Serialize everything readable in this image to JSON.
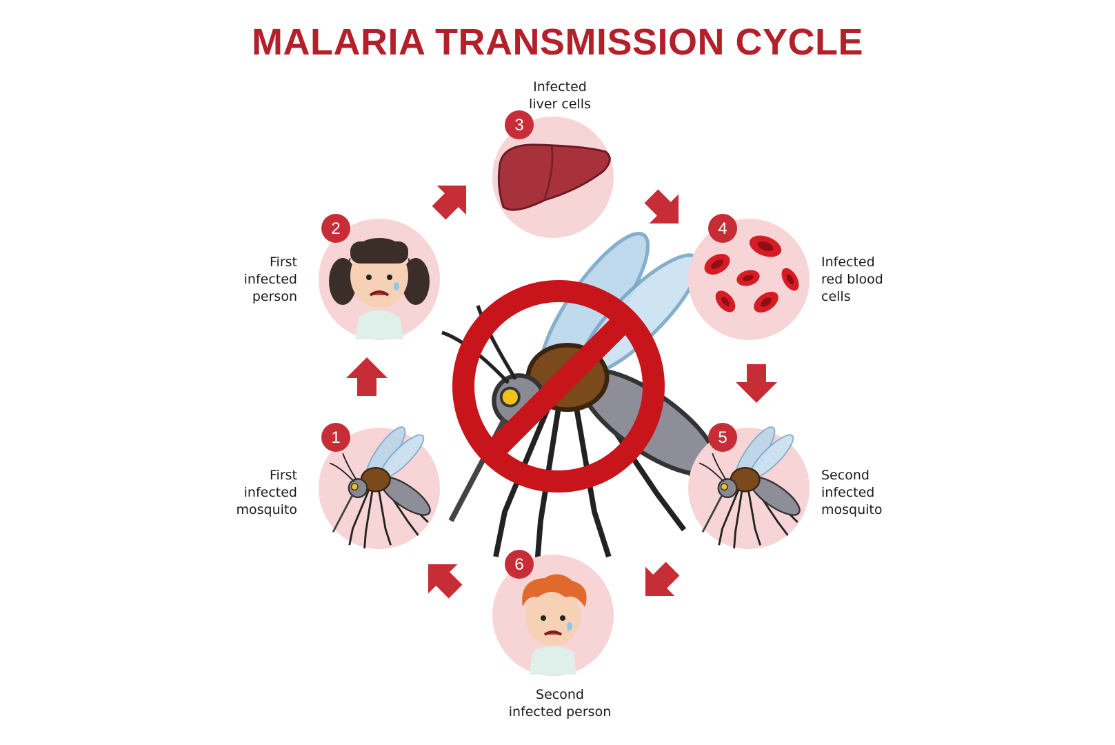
{
  "title": "MALARIA TRANSMISSION CYCLE",
  "colors": {
    "title": "#b3202a",
    "accent": "#c62d36",
    "circle_fill": "#f7d4d6",
    "prohibition": "#c8141b"
  },
  "center_icon": "no-mosquito-icon",
  "steps": [
    {
      "number": "1",
      "icon": "mosquito-icon",
      "label_lines": [
        "First",
        "infected",
        "mosquito"
      ]
    },
    {
      "number": "2",
      "icon": "girl-icon",
      "label_lines": [
        "First",
        "infected",
        "person"
      ]
    },
    {
      "number": "3",
      "icon": "liver-icon",
      "label_lines": [
        "Infected",
        "liver cells"
      ]
    },
    {
      "number": "4",
      "icon": "red-blood-cells-icon",
      "label_lines": [
        "Infected",
        "red blood",
        "cells"
      ]
    },
    {
      "number": "5",
      "icon": "mosquito-icon",
      "label_lines": [
        "Second",
        "infected",
        "mosquito"
      ]
    },
    {
      "number": "6",
      "icon": "boy-icon",
      "label_lines": [
        "Second",
        "infected person"
      ]
    }
  ]
}
